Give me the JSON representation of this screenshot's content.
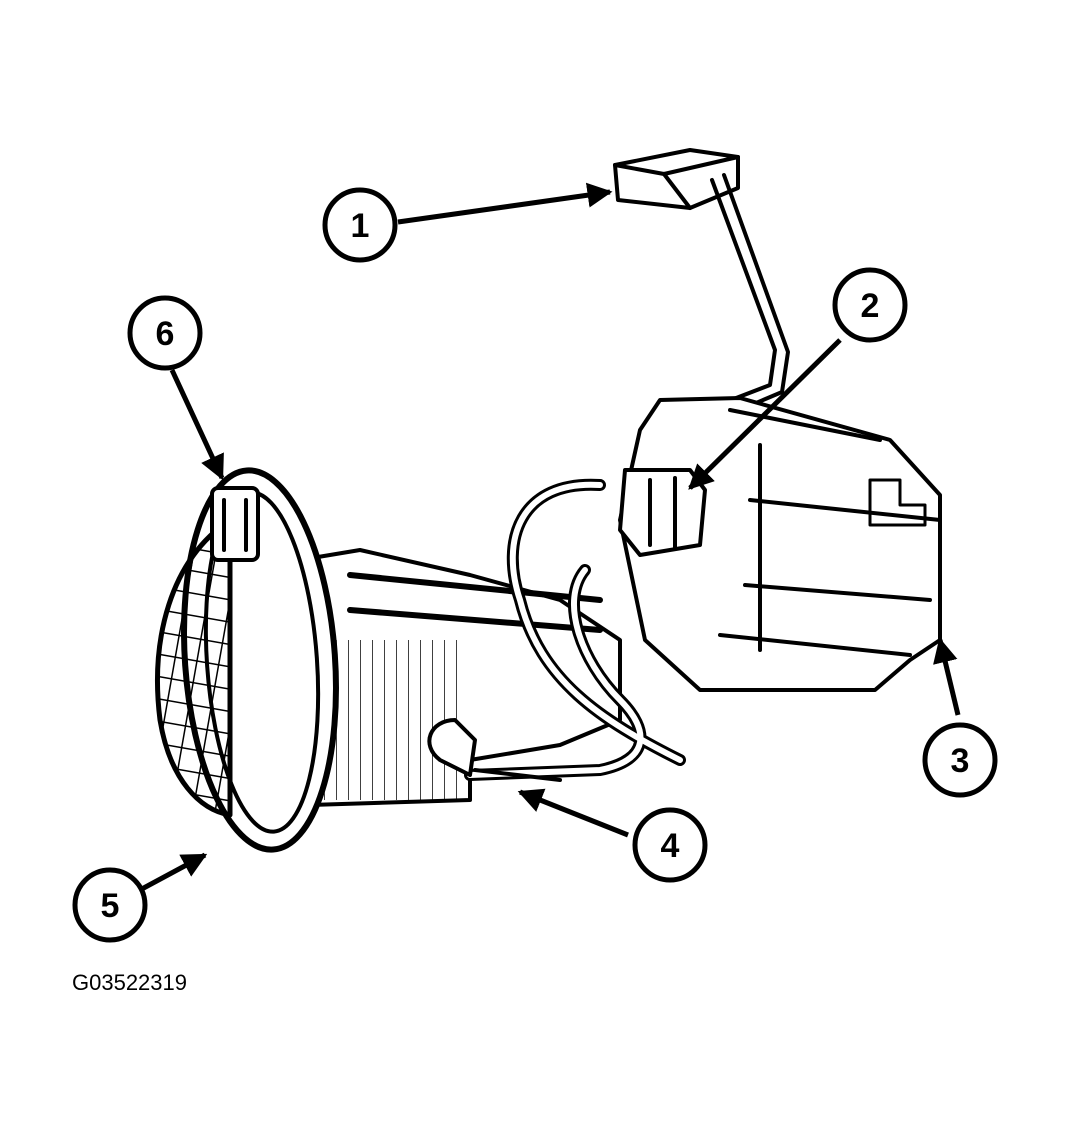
{
  "figure": {
    "id_label": "G03522319",
    "ink_color": "#000000",
    "paper_color": "#ffffff"
  },
  "callouts": [
    {
      "label": "1"
    },
    {
      "label": "2"
    },
    {
      "label": "3"
    },
    {
      "label": "4"
    },
    {
      "label": "5"
    },
    {
      "label": "6"
    }
  ]
}
